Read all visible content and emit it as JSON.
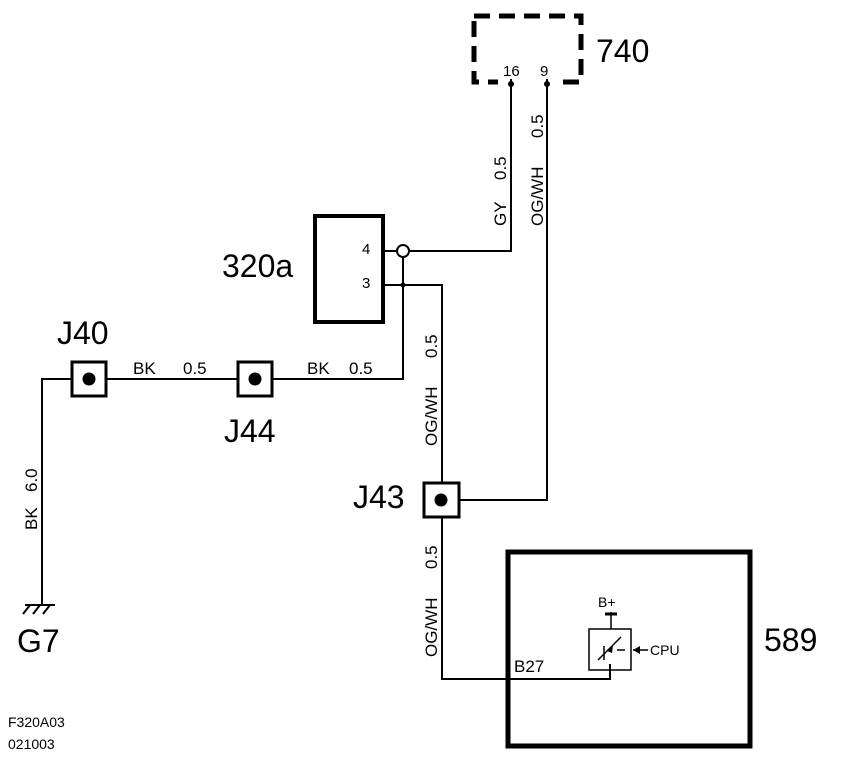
{
  "components": {
    "c740": {
      "label": "740",
      "pin_a": "16",
      "pin_b": "9"
    },
    "c320a": {
      "label": "320a",
      "pin_a": "4",
      "pin_b": "3"
    },
    "c589": {
      "label": "589",
      "supply": "B+",
      "input": "CPU",
      "pin": "B27"
    }
  },
  "junctions": {
    "j40": "J40",
    "j44": "J44",
    "j43": "J43"
  },
  "ground": {
    "label": "G7"
  },
  "wires": {
    "gy_color": "GY",
    "gy_size": "0.5",
    "ogwh_740_color": "OG/WH",
    "ogwh_740_size": "0.5",
    "ogwh_320_color": "OG/WH",
    "ogwh_320_size": "0.5",
    "ogwh_589_color": "OG/WH",
    "ogwh_589_size": "0.5",
    "bk_j40_color": "BK",
    "bk_j40_size": "0.5",
    "bk_j44_color": "BK",
    "bk_j44_size": "0.5",
    "bk_g7_color": "BK",
    "bk_g7_size": "6.0"
  },
  "footer": {
    "code": "F320A03",
    "date": "021003"
  }
}
